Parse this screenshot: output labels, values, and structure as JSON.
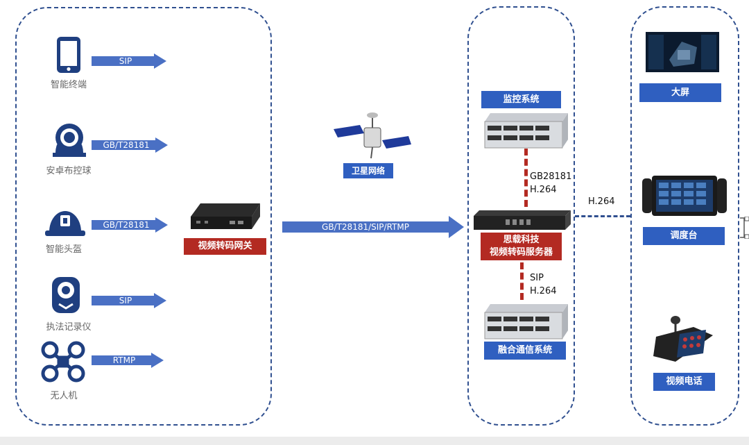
{
  "devices": [
    {
      "label": "智能终端",
      "protocol": "SIP",
      "icon": "smartphone-icon"
    },
    {
      "label": "安卓布控球",
      "protocol": "GB/T28181",
      "icon": "dome-camera-icon"
    },
    {
      "label": "智能头盔",
      "protocol": "GB/T28181",
      "icon": "smart-helmet-icon"
    },
    {
      "label": "执法记录仪",
      "protocol": "SIP",
      "icon": "body-camera-icon"
    },
    {
      "label": "无人机",
      "protocol": "RTMP",
      "icon": "drone-icon"
    }
  ],
  "gateway": {
    "label": "视频转码网关"
  },
  "satellite": {
    "label": "卫星网络"
  },
  "main_link": {
    "label": "GB/T28181/SIP/RTMP"
  },
  "monitor": {
    "label": "监控系统"
  },
  "monitor_link": {
    "line1": "GB28181",
    "line2": "H.264"
  },
  "server": {
    "line1": "思载科技",
    "line2": "视频转码服务器"
  },
  "comm_link": {
    "line1": "SIP",
    "line2": "H.264"
  },
  "comm": {
    "label": "融合通信系统"
  },
  "right_link": {
    "label": "H.264"
  },
  "endpoints": [
    {
      "label": "大屏",
      "icon": "big-screen-icon"
    },
    {
      "label": "调度台",
      "icon": "dispatch-console-icon"
    },
    {
      "label": "视频电话",
      "icon": "video-phone-icon"
    }
  ],
  "colors": {
    "blue": "#2f5fc0",
    "red": "#b32a22",
    "arrow": "#4a70c4",
    "dash": "#2f4f8f"
  }
}
